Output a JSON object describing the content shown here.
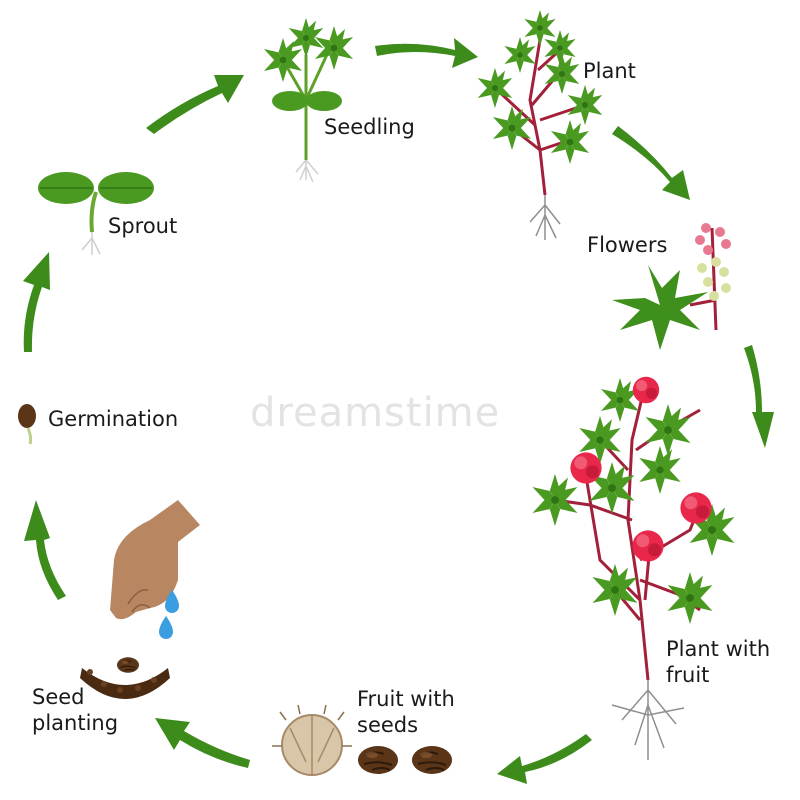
{
  "diagram": {
    "stages": [
      {
        "id": "seedling",
        "label": "Seedling"
      },
      {
        "id": "plant",
        "label": "Plant"
      },
      {
        "id": "flowers",
        "label": "Flowers"
      },
      {
        "id": "plant-with-fruit",
        "label": "Plant with fruit"
      },
      {
        "id": "fruit-with-seeds",
        "label": "Fruit with seeds"
      },
      {
        "id": "seed-planting",
        "label": "Seed planting"
      },
      {
        "id": "germination",
        "label": "Germination"
      },
      {
        "id": "sprout",
        "label": "Sprout"
      }
    ],
    "watermark": "dreamstime",
    "colors": {
      "arrow": "#3d8b1a",
      "leaf": "#4a9a22",
      "leaf_dark": "#2f7412",
      "stem": "#a3203a",
      "flower_red": "#e8274a",
      "fruit": "#d9c5a8",
      "seed": "#5a3518",
      "hand": "#b88660",
      "water": "#3b9ee0"
    }
  }
}
